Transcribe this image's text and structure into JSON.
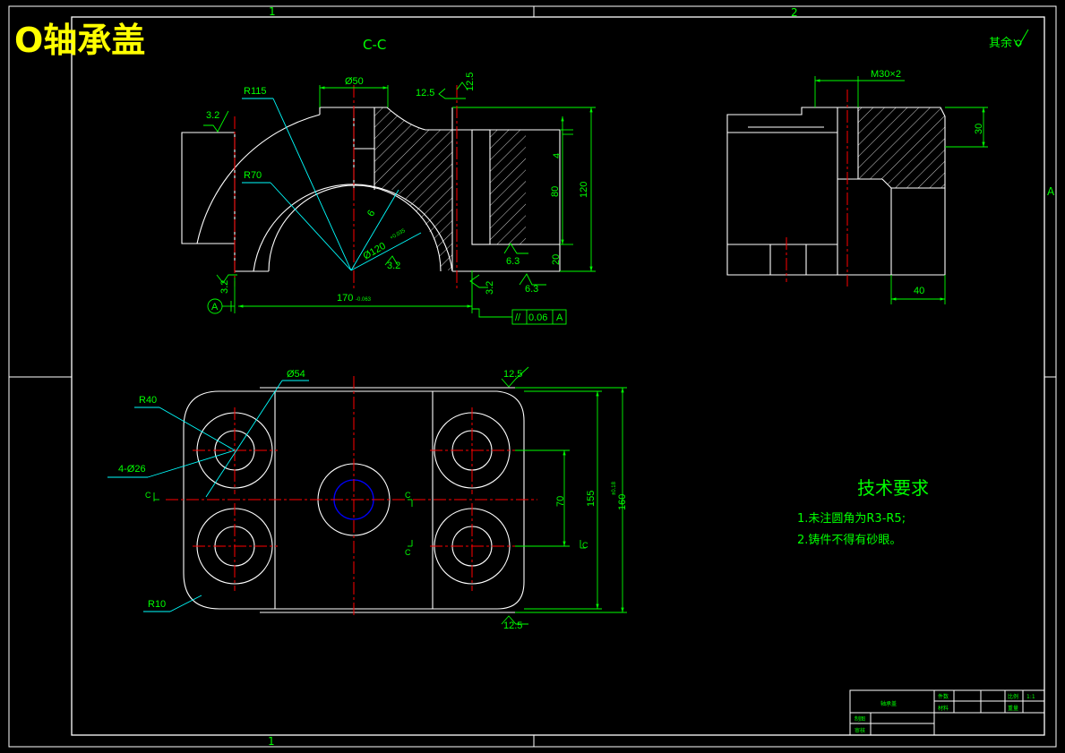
{
  "title": "O轴承盖",
  "section_label": "C-C",
  "roughness_others": "其余",
  "zone_marks": {
    "top_1": "1",
    "top_2": "2",
    "bottom_1": "1",
    "right_a": "A"
  },
  "section_view": {
    "r115": "R115",
    "r70": "R70",
    "dia50": "Ø50",
    "dia120": "Ø120",
    "dia120_tol": "+0.035",
    "dim_170": "170",
    "dim_170_tol": "-0.063",
    "dim_4": "4",
    "dim_80": "80",
    "dim_120": "120",
    "dim_20": "20",
    "dim_6": "6",
    "ra_32_a": "3.2",
    "ra_32_b": "3.2",
    "ra_32_c": "3.2",
    "ra_32_d": "3.2",
    "ra_125_a": "12.5",
    "ra_125_b": "12.5",
    "ra_63_a": "6.3",
    "ra_63_b": "6.3",
    "datum": "A",
    "tol_symbol": "//",
    "tol_value": "0.06",
    "tol_datum": "A"
  },
  "side_view": {
    "thread": "M30×2",
    "dim_30": "30",
    "dim_40": "40"
  },
  "top_view": {
    "dia54": "Ø54",
    "r40": "R40",
    "holes": "4-Ø26",
    "r10": "R10",
    "dim_70": "70",
    "dim_155": "155",
    "dim_160": "160",
    "dim_160_tol": "±0.18",
    "ra_125_top": "12.5",
    "ra_125_bottom": "12.5",
    "cut_c1": "C",
    "cut_c2": "C",
    "cut_c3": "C",
    "cut_c4": "C"
  },
  "tech_requirements": {
    "heading": "技术要求",
    "item1": "1.未注圆角为R3-R5;",
    "item2": "2.铸件不得有砂眼。"
  },
  "title_block": {
    "part_name": "轴承盖",
    "c_scale_label": "比例",
    "c_scale_value": "1:1",
    "c_qty_label": "件数",
    "c_weight_label": "重量",
    "c_material_label": "材料",
    "c_draw_label": "制图",
    "c_check_label": "审核"
  },
  "colors": {
    "background": "#000000",
    "outline": "#ffffff",
    "dimension": "#00ff00",
    "centerline": "#ff0000",
    "hatch_leader": "#00ffff",
    "title": "#ffff00",
    "hole_highlight": "#0000ff"
  }
}
